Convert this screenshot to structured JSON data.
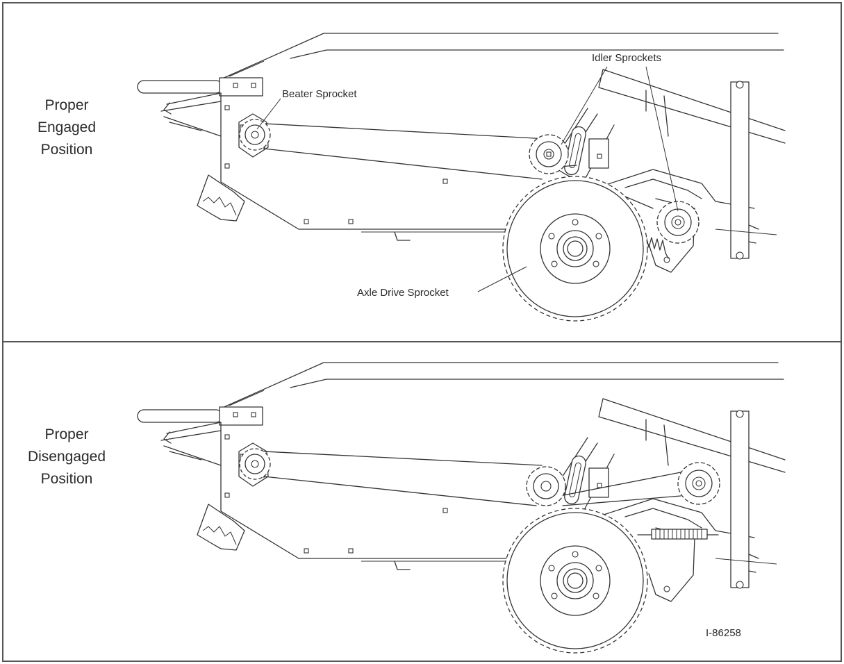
{
  "panels": [
    {
      "state": "engaged",
      "side_label": [
        "Proper",
        "Engaged",
        "Position"
      ],
      "callouts": {
        "beater": "Beater Sprocket",
        "idlers": "Idler Sprockets",
        "axle": "Axle Drive Sprocket"
      }
    },
    {
      "state": "disengaged",
      "side_label": [
        "Proper",
        "Disengaged",
        "Position"
      ]
    }
  ],
  "figure_id": "I-86258",
  "colors": {
    "line": "#333333",
    "frame": "#555555",
    "paper": "#ffffff"
  }
}
